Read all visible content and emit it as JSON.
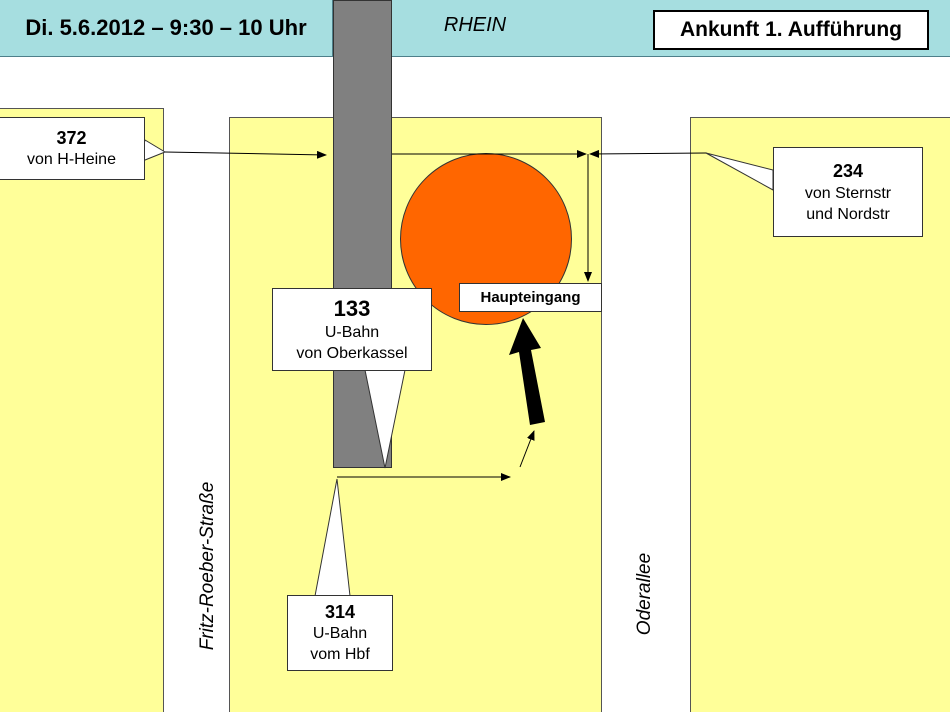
{
  "header": {
    "date_time": "Di. 5.6.2012 – 9:30 – 10 Uhr",
    "river": "RHEIN",
    "title": "Ankunft 1. Aufführung"
  },
  "streets": {
    "west": "Fritz-Roeber-Straße",
    "east": "Oderallee"
  },
  "entrance": {
    "label": "Haupteingang"
  },
  "arrivals": [
    {
      "number": "372",
      "lines": [
        "von H-Heine"
      ]
    },
    {
      "number": "234",
      "lines": [
        "von Sternstr",
        "und Nordstr"
      ]
    },
    {
      "number": "133",
      "lines": [
        "U-Bahn",
        "von Oberkassel"
      ]
    },
    {
      "number": "314",
      "lines": [
        "U-Bahn",
        "vom Hbf"
      ]
    }
  ],
  "colors": {
    "header": "#a6dee0",
    "block": "#ffff99",
    "bridge": "#808080",
    "building": "#ff6600"
  }
}
